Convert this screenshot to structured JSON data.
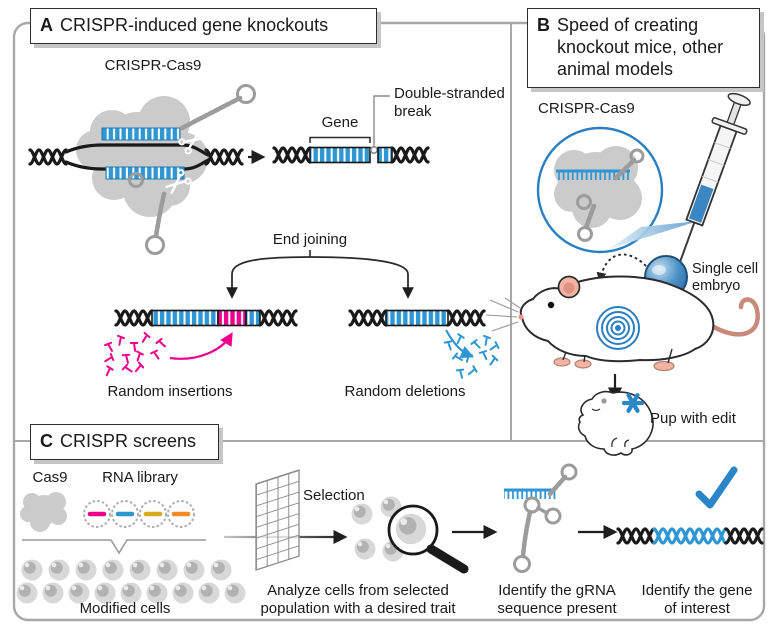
{
  "figure": {
    "panel_a": {
      "letter": "A",
      "title": "CRISPR-induced gene knockouts",
      "crispr_cas9_label": "CRISPR-Cas9",
      "gene_label": "Gene",
      "break_label": "Double-stranded\nbreak",
      "end_joining_label": "End joining",
      "insertions_label": "Random insertions",
      "deletions_label": "Random deletions"
    },
    "panel_b": {
      "letter": "B",
      "title": "Speed of creating knockout mice, other animal models",
      "crispr_cas9_label": "CRISPR-Cas9",
      "embryo_label": "Single cell\nembryo",
      "pup_label": "Pup with edit"
    },
    "panel_c": {
      "letter": "C",
      "title": "CRISPR screens",
      "cas9_label": "Cas9",
      "rna_library_label": "RNA library",
      "modified_cells_label": "Modified cells",
      "selection_label": "Selection",
      "analyze_label": "Analyze cells from selected\npopulation with a desired trait",
      "identify_grna_label": "Identify the gRNA\nsequence present",
      "identify_gene_label": "Identify the gene\nof interest"
    }
  },
  "colors": {
    "crispr_blue": "#2e96d3",
    "insertion_pink": "#ec008c",
    "accent_blue": "#2a7fc1",
    "rna_library_colors": [
      "#ec008c",
      "#2e96d3",
      "#d9a91e",
      "#f08a24"
    ],
    "protein_gray": "#cbcbcb",
    "frame_gray": "#a8a8a8",
    "text": "#1a1a1a"
  }
}
